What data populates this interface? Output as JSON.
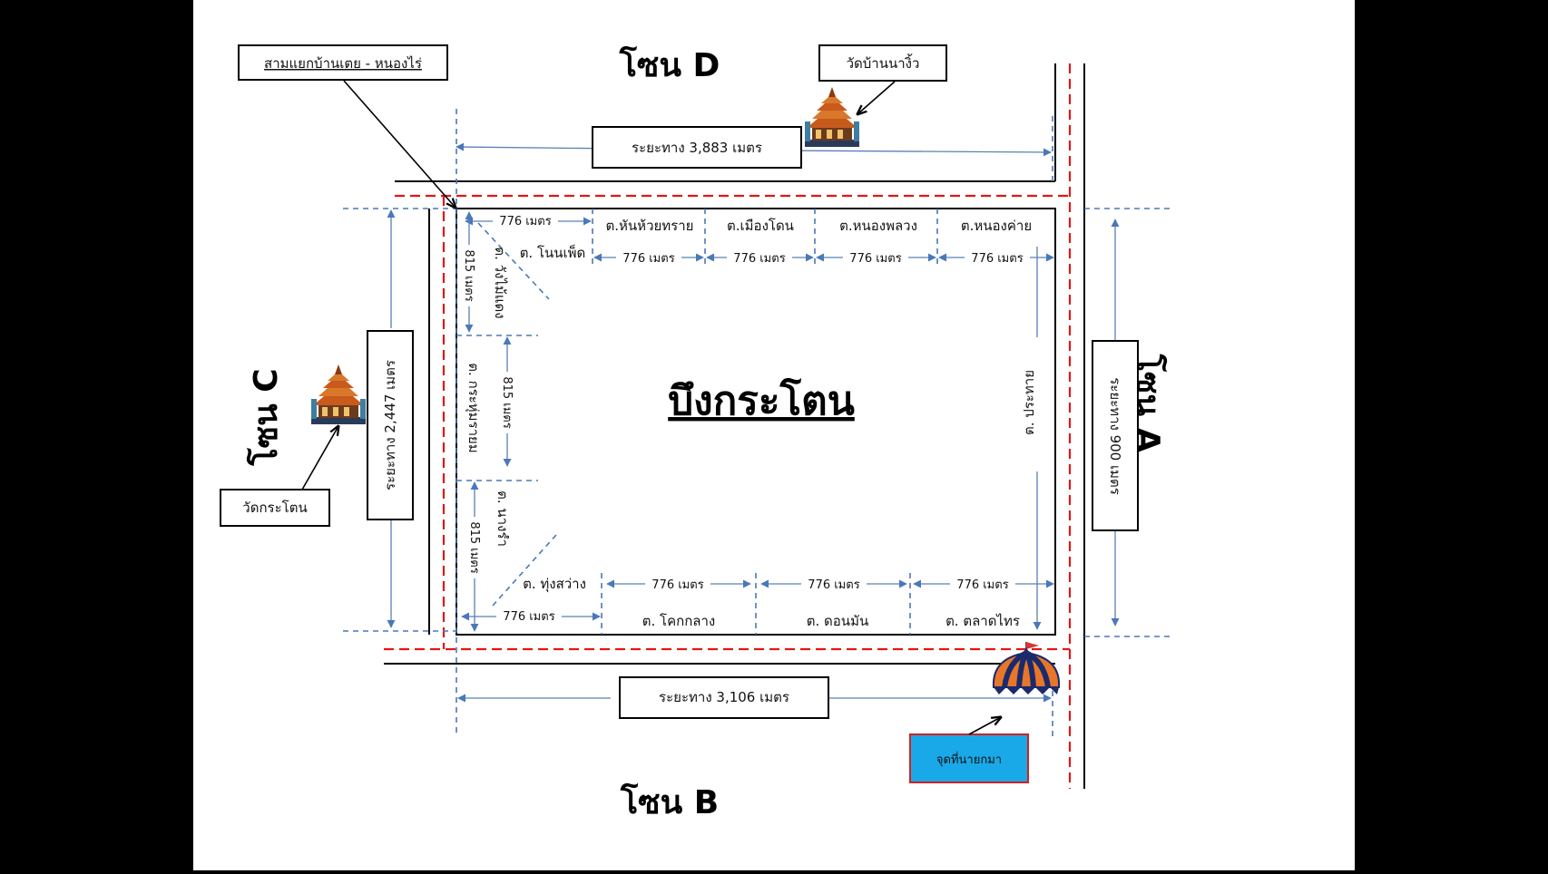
{
  "colors": {
    "background": "#000000",
    "slide": "#ffffff",
    "red_line": "#e01818",
    "blue_line": "#4a78b8",
    "start_box": "#1aa9e8"
  },
  "title": "บึงกระโตน",
  "zones": {
    "a": "โซน A",
    "b": "โซน B",
    "c": "โซน C",
    "d": "โซน D"
  },
  "callouts": {
    "junction": "สามแยกบ้านเตย - หนองไร่",
    "temple_na_ngiw": "วัดบ้านนางิ้ว",
    "temple_kraton": "วัดกระโตน",
    "start_point": "จุดที่นายกมา"
  },
  "distances": {
    "top": "ระยะทาง 3,883 เมตร",
    "bottom": "ระยะทาง 3,106 เมตร",
    "left": "ระยะทาง 2,447 เมตร",
    "right": "ระยะทาง 900 เมตร",
    "seg_776": "776 เมตร",
    "seg_815": "815 เมตร"
  },
  "subdistricts": {
    "top": [
      "ต.หันห้วยทราย",
      "ต.เมืองโดน",
      "ต.หนองพลวง",
      "ต.หนองค่าย"
    ],
    "top_left": "ต. โนนเพ็ด",
    "left": [
      "ต. วังไม้แดง",
      "ต. กระหุ่มรายม",
      "ต. นางรำ"
    ],
    "bottom": [
      "ต. ทุ่งสว่าง",
      "ต. โคกกลาง",
      "ต. ดอนมัน",
      "ต. ตลาดไทร"
    ],
    "right": "ต. ประทาย"
  },
  "icons": [
    "pagoda-icon",
    "pagoda-icon",
    "umbrella-tent-icon"
  ]
}
